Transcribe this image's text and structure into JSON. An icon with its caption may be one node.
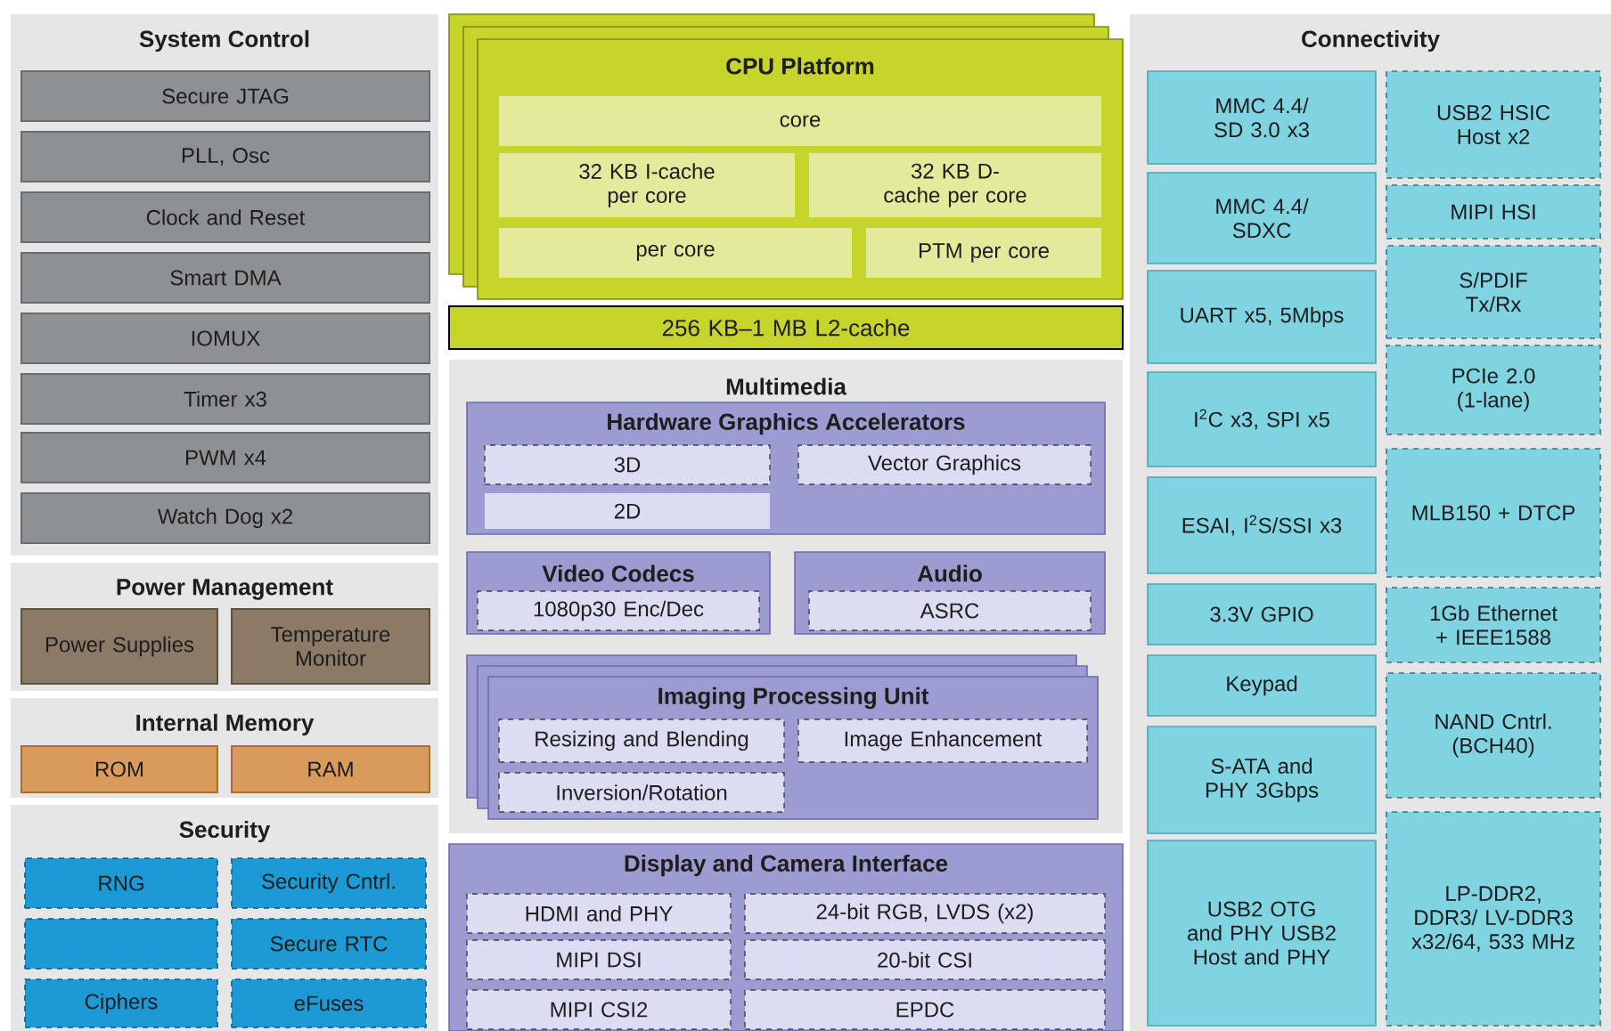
{
  "diagram": {
    "nodes": [
      {
        "text": [
          "System Control"
        ]
      },
      {
        "text": [
          "Secure JTAG"
        ],
        "in": 0
      },
      {
        "text": [
          "PLL, Osc"
        ],
        "in": 0
      },
      {
        "text": [
          "Clock and Reset"
        ],
        "in": 0
      },
      {
        "text": [
          "Smart DMA"
        ],
        "in": 0
      },
      {
        "text": [
          "IOMUX"
        ],
        "in": 0
      },
      {
        "text": [
          "Timer x3"
        ],
        "in": 0
      },
      {
        "text": [
          "PWM x4"
        ],
        "in": 0
      },
      {
        "text": [
          "Watch Dog x2"
        ],
        "in": 0
      },
      {
        "text": [
          "Power Management"
        ]
      },
      {
        "text": [
          "Power Supplies"
        ],
        "in": 9
      },
      {
        "text": [
          "Temperature Monitor"
        ],
        "in": 9
      },
      {
        "text": [
          "Internal Memory"
        ]
      },
      {
        "text": [
          "ROM"
        ],
        "in": 12
      },
      {
        "text": [
          "RAM"
        ],
        "in": 12
      },
      {
        "text": [
          "Security"
        ]
      },
      {
        "text": [
          "RNG"
        ],
        "in": 15
      },
      {
        "text": [
          "Security Cntrl."
        ],
        "in": 15
      },
      {
        "text": [],
        "shape": "box",
        "in": 15
      },
      {
        "text": [
          "Secure RTC"
        ],
        "in": 15
      },
      {
        "text": [
          "Ciphers"
        ],
        "in": 15
      },
      {
        "text": [
          "eFuses"
        ],
        "in": 15
      },
      {
        "text": [
          "CPU Platform"
        ]
      },
      {
        "text": [
          "core"
        ],
        "in": 22
      },
      {
        "text": [
          "32 KB I-cache per core"
        ],
        "in": 22
      },
      {
        "text": [
          "32 KB D-cache per core"
        ],
        "in": 22
      },
      {
        "text": [
          "per core"
        ],
        "in": 22
      },
      {
        "text": [
          "PTM per core"
        ],
        "in": 22
      },
      {
        "text": [
          "256 KB–1 MB L2-cache"
        ]
      },
      {
        "text": [
          "Multimedia"
        ]
      },
      {
        "text": [
          "Hardware Graphics Accelerators"
        ],
        "in": 29
      },
      {
        "text": [
          "3D"
        ],
        "in": 30
      },
      {
        "text": [
          "Vector Graphics"
        ],
        "in": 30
      },
      {
        "text": [
          "2D"
        ],
        "in": 30
      },
      {
        "text": [
          "Video Codecs"
        ],
        "in": 29
      },
      {
        "text": [
          "1080p30 Enc/Dec"
        ],
        "in": 34
      },
      {
        "text": [
          "Audio"
        ],
        "in": 29
      },
      {
        "text": [
          "ASRC"
        ],
        "in": 36
      },
      {
        "text": [
          "Imaging Processing Unit"
        ],
        "in": 29
      },
      {
        "text": [
          "Resizing and Blending"
        ],
        "in": 38
      },
      {
        "text": [
          "Image Enhancement"
        ],
        "in": 38
      },
      {
        "text": [
          "Inversion/Rotation"
        ],
        "in": 38
      },
      {
        "text": [
          "Display and Camera Interface"
        ]
      },
      {
        "text": [
          "HDMI and PHY"
        ],
        "in": 42
      },
      {
        "text": [
          "24-bit RGB, LVDS (x2)"
        ],
        "in": 42
      },
      {
        "text": [
          "MIPI DSI"
        ],
        "in": 42
      },
      {
        "text": [
          "20-bit CSI"
        ],
        "in": 42
      },
      {
        "text": [
          "MIPI CSI2"
        ],
        "in": 42
      },
      {
        "text": [
          "EPDC"
        ],
        "in": 42
      },
      {
        "text": [
          "Connectivity"
        ]
      },
      {
        "text": [
          "MMC 4.4/ SD 3.0 x3"
        ],
        "in": 49
      },
      {
        "text": [
          "MMC 4.4/ SDXC"
        ],
        "in": 49
      },
      {
        "text": [
          "UART x5, 5Mbps"
        ],
        "in": 49
      },
      {
        "text": [
          "I$^{2}$C x3, SPI x5"
        ],
        "in": 49
      },
      {
        "text": [
          "ESAI, I$^{2}$S/SSI x3"
        ],
        "in": 49
      },
      {
        "text": [
          "3.3V GPIO"
        ],
        "in": 49
      },
      {
        "text": [
          "Keypad"
        ],
        "in": 49
      },
      {
        "text": [
          "S-ATA and PHY 3Gbps"
        ],
        "in": 49
      },
      {
        "text": [
          "USB2 OTG and PHY USB2 Host and PHY"
        ],
        "in": 49
      },
      {
        "text": [
          "USB2 HSIC Host x2"
        ],
        "in": 49
      },
      {
        "text": [
          "MIPI HSI"
        ],
        "in": 49
      },
      {
        "text": [
          "S/PDIF Tx/Rx"
        ],
        "in": 49
      },
      {
        "text": [
          "PCIe 2.0 (1-lane)"
        ],
        "in": 49
      },
      {
        "text": [
          "MLB150 + DTCP"
        ],
        "in": 49
      },
      {
        "text": [
          "1Gb Ethernet + IEEE1588"
        ],
        "in": 49
      },
      {
        "text": [
          "NAND Cntrl. (BCH40)"
        ],
        "in": 49
      },
      {
        "text": [
          "LP-DDR2, DDR3/ LV-DDR3 x32/64, 533 MHz"
        ],
        "in": 49
      }
    ]
  }
}
